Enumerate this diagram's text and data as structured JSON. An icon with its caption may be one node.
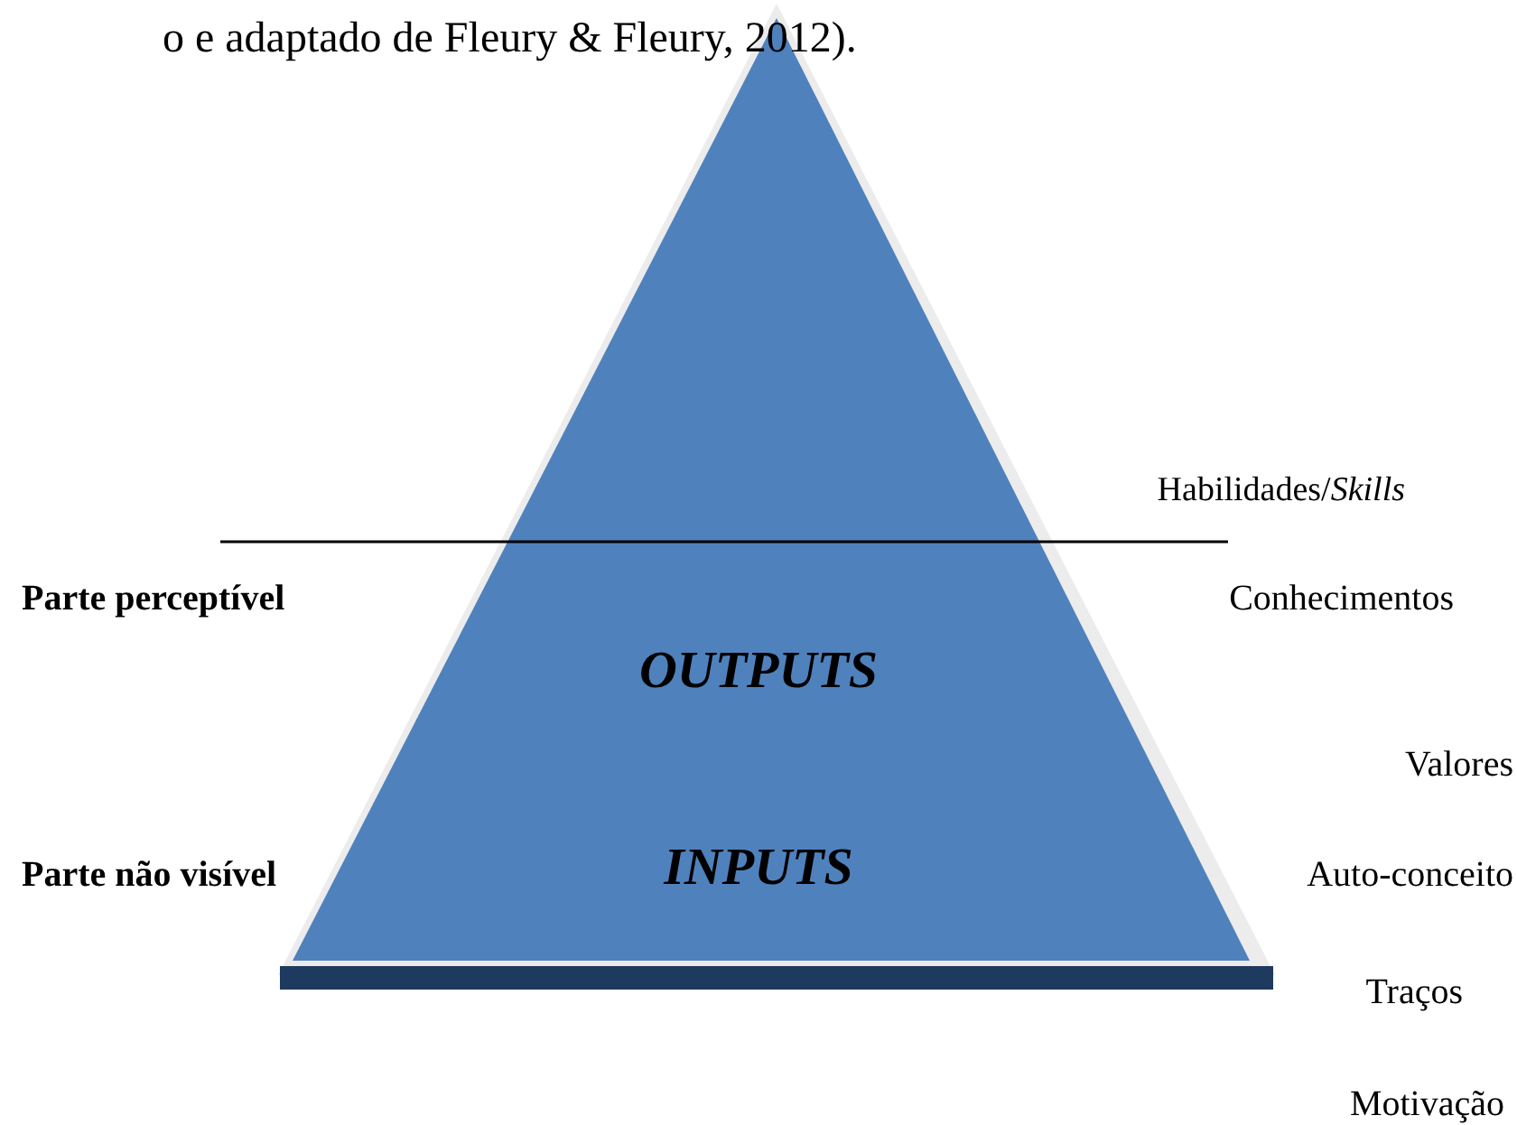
{
  "diagram": {
    "nodes": [
      {
        "text": [
          "OUTPUTS",
          "INPUTS"
        ]
      }
    ],
    "edges": [],
    "labels": [
      "o e adaptado de Fleury & Fleury, 2012).",
      "Habilidades/*Skills*",
      "Parte perceptível",
      "Conhecimentos",
      "Valores",
      "Parte não visível",
      "Auto-conceito",
      "Traços",
      "Motivação"
    ]
  }
}
